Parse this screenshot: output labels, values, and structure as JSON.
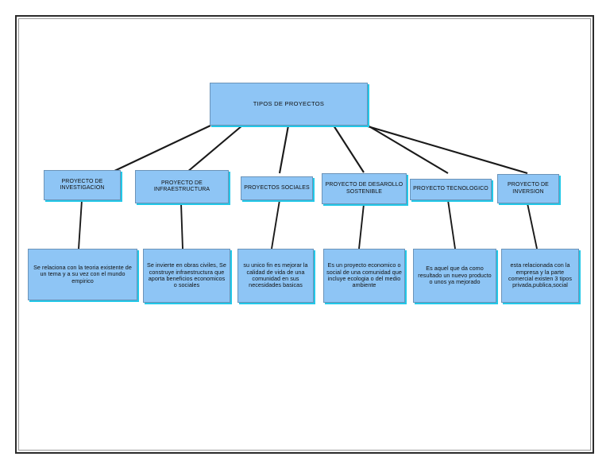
{
  "diagram": {
    "title": "TIPOS DE PROYECTOS",
    "root": {
      "label": "TIPOS DE PROYECTOS"
    },
    "branches": [
      {
        "category": "PROYECTO DE\nINVESTIGACION",
        "description": "Se relaciona con la teoria existente de un tema y a su vez con el mundo empirico"
      },
      {
        "category": "PROYECTO DE\nINFRAESTRUCTURA",
        "description": "Se invierte en obras civiles, Se construye infraestructura que aporta beneficios economicos o sociales"
      },
      {
        "category": "PROYECTOS SOCIALES",
        "description": "su unico fin es mejorar la calidad de vida de una comunidad en sus necesidades basicas"
      },
      {
        "category": "PROYECTO DE DESAROLLO\nSOSTENIBLE",
        "description": "Es un proyecto economico o social de una comunidad que incluye ecologia o del medio ambiente"
      },
      {
        "category": "PROYECTO TECNOLOGICO",
        "description": "Es aquel que da como resultado un nuevo producto o unos ya mejorado"
      },
      {
        "category": "PROYECTO DE\nINVERSION",
        "description": "esta relacionada con la empresa y la parte comercial existen 3 tipos privada,publica,social"
      }
    ],
    "colors": {
      "node_fill": "#8ec5f5",
      "node_border": "#6b93b8",
      "node_shadow": "#22c8e8",
      "connector": "#1a1a1a",
      "frame_border": "#2b2b2b",
      "frame_inner_rule": "#9a9a9a",
      "page_background": "#ffffff"
    }
  }
}
